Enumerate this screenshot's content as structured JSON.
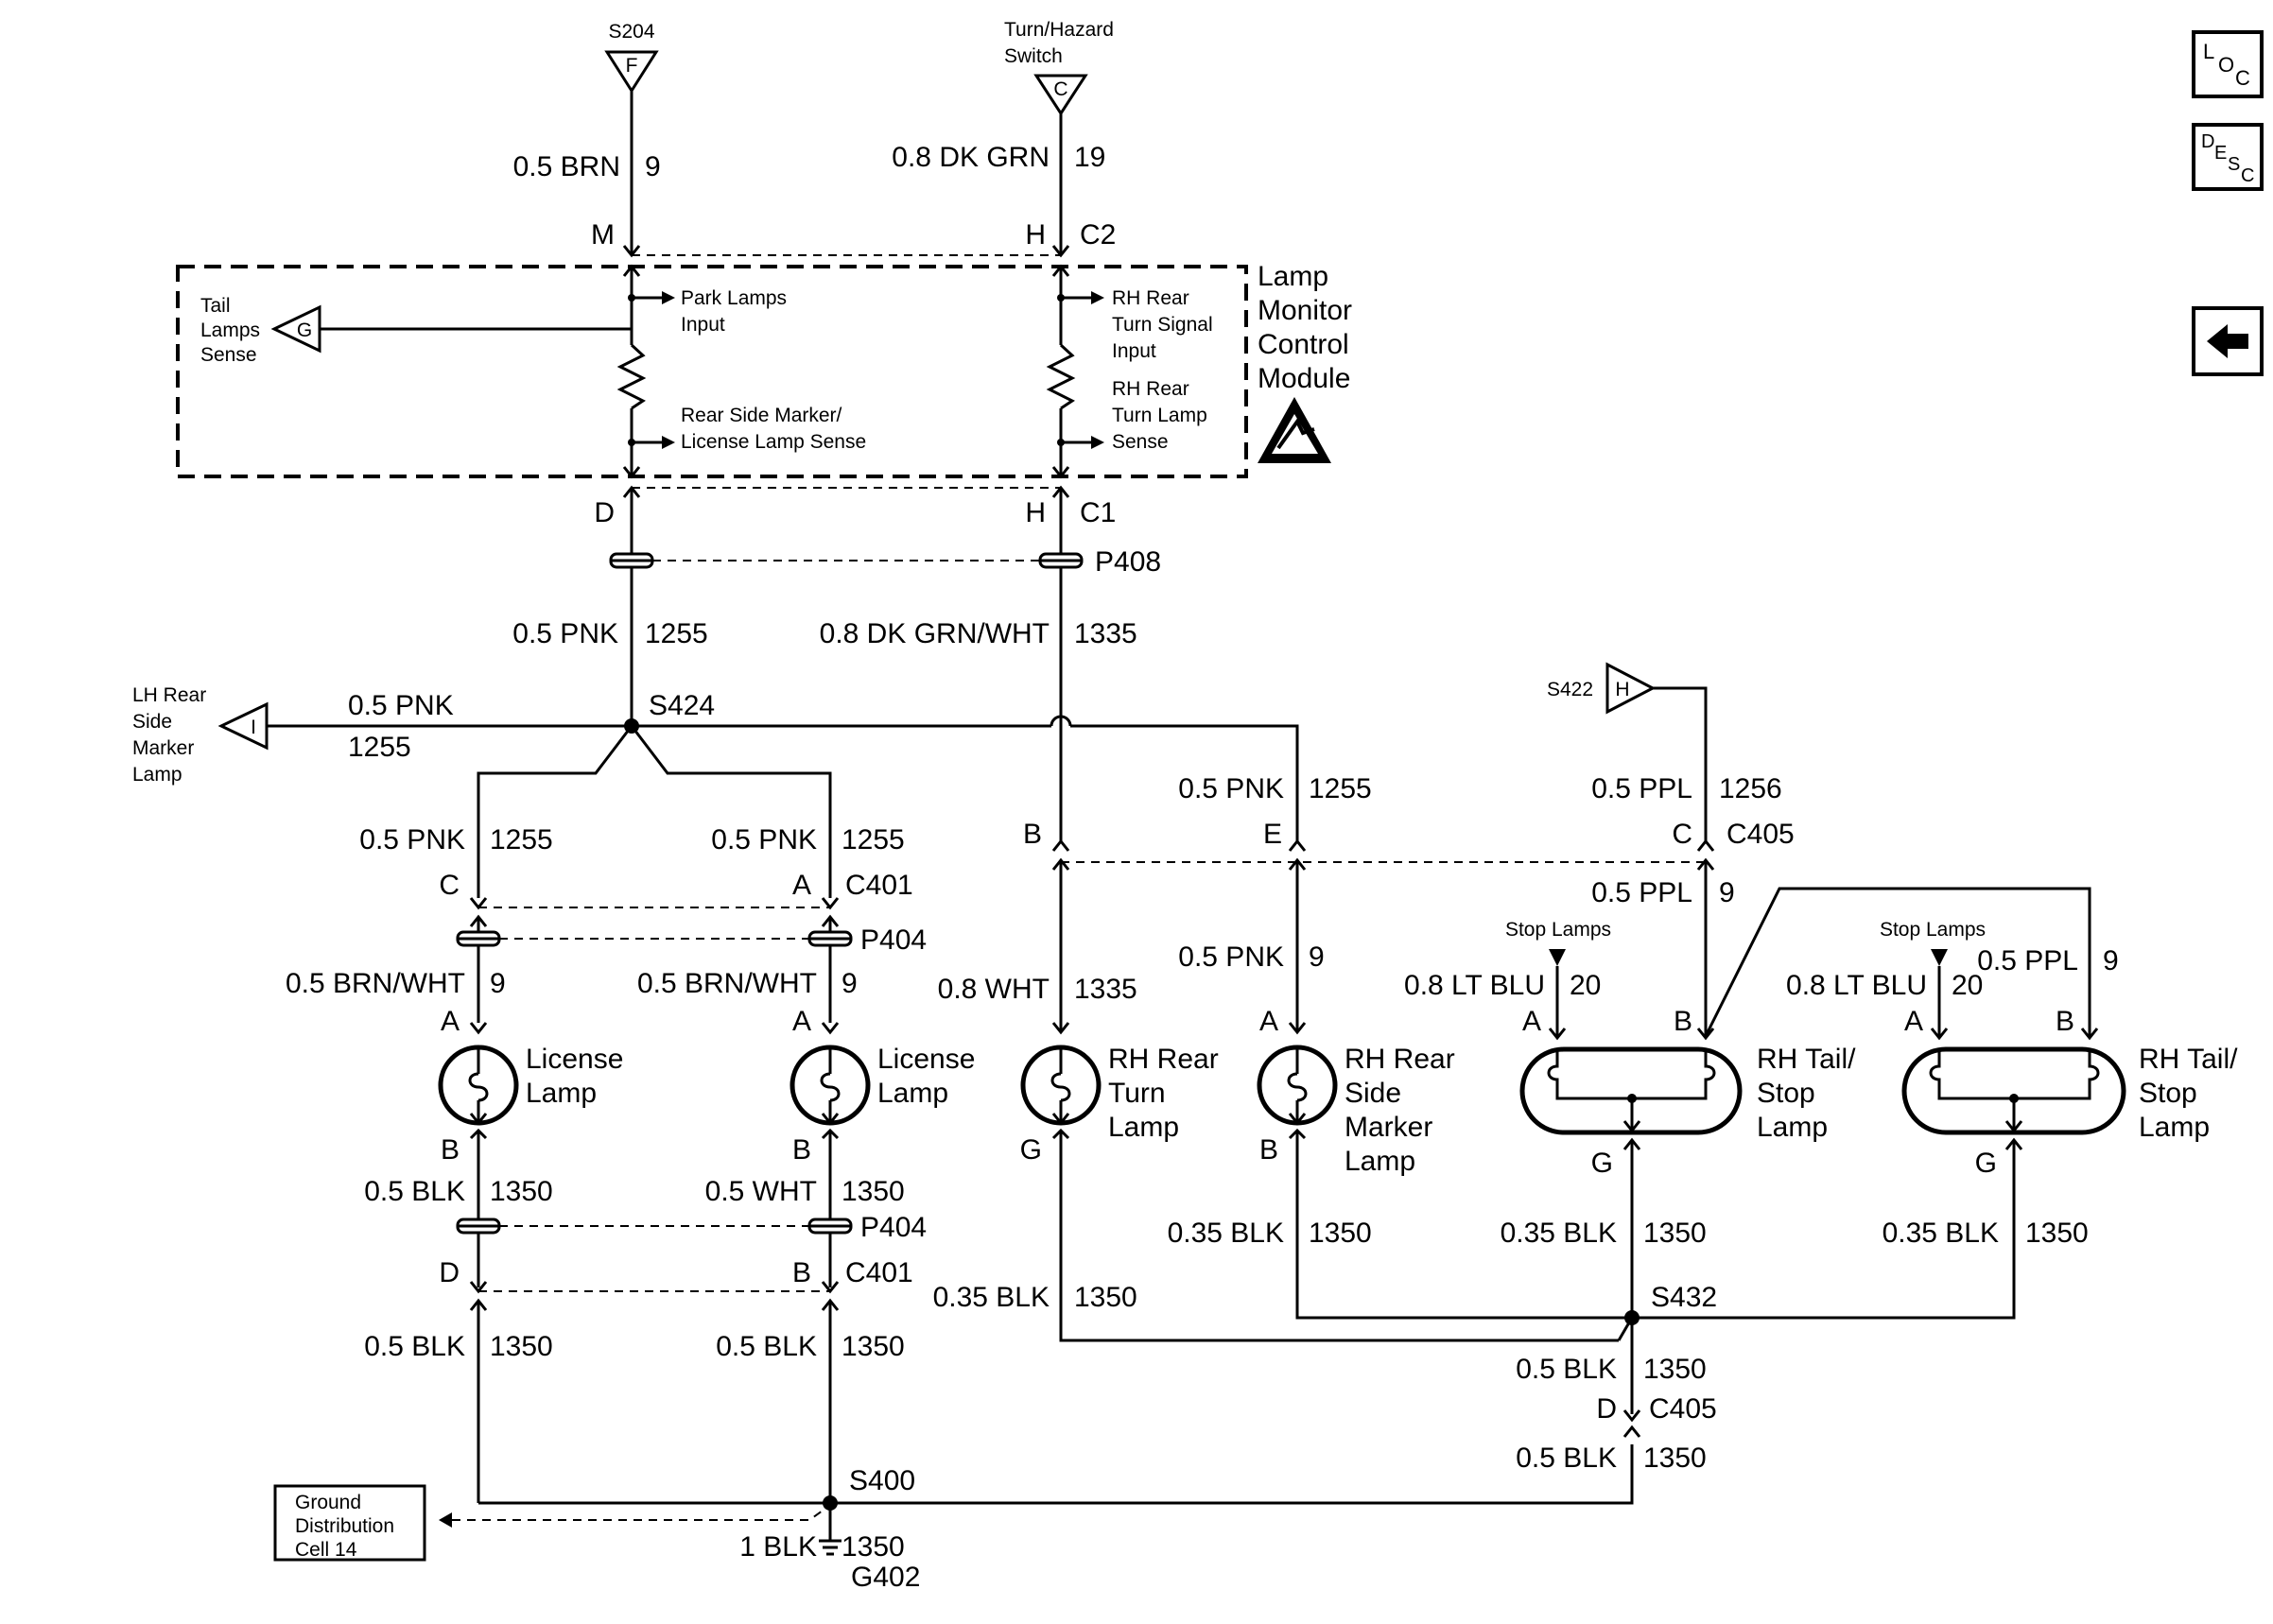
{
  "inputs": {
    "s204": {
      "name": "S204",
      "pin": "F"
    },
    "turn_hazard": {
      "name_line1": "Turn/Hazard",
      "name_line2": "Switch",
      "pin": "C"
    },
    "lh_rear_marker": {
      "line1": "LH Rear",
      "line2": "Side",
      "line3": "Marker",
      "line4": "Lamp",
      "pin": "I"
    },
    "s422": {
      "name": "S422",
      "pin": "H"
    }
  },
  "wires": {
    "brn_top": {
      "gauge": "0.5 BRN",
      "circuit": "9"
    },
    "dkgrn_top": {
      "gauge": "0.8 DK GRN",
      "circuit": "19"
    },
    "pnk_main": {
      "gauge": "0.5 PNK",
      "circuit": "1255"
    },
    "dkgrnwht": {
      "gauge": "0.8 DK GRN/WHT",
      "circuit": "1335"
    },
    "pnk_lh": {
      "gauge": "0.5 PNK",
      "circuit": "1255"
    },
    "pnk_left": {
      "gauge": "0.5 PNK",
      "circuit": "1255"
    },
    "pnk_mid": {
      "gauge": "0.5 PNK",
      "circuit": "1255"
    },
    "pnk_marker": {
      "gauge": "0.5 PNK",
      "circuit": "1255"
    },
    "ppl_s422": {
      "gauge": "0.5 PPL",
      "circuit": "1256"
    },
    "ppl_lower": {
      "gauge": "0.5 PPL",
      "circuit": "9"
    },
    "ppl_right": {
      "gauge": "0.5 PPL",
      "circuit": "9"
    },
    "brnwht_left": {
      "gauge": "0.5 BRN/WHT",
      "circuit": "9"
    },
    "brnwht_mid": {
      "gauge": "0.5 BRN/WHT",
      "circuit": "9"
    },
    "wht_turn": {
      "gauge": "0.8 WHT",
      "circuit": "1335"
    },
    "pnk_marker_lower": {
      "gauge": "0.5 PNK",
      "circuit": "9"
    },
    "ltblu_1": {
      "gauge": "0.8 LT BLU",
      "circuit": "20"
    },
    "ltblu_2": {
      "gauge": "0.8 LT BLU",
      "circuit": "20"
    },
    "blk_left": {
      "gauge": "0.5  BLK",
      "circuit": "1350"
    },
    "wht_mid": {
      "gauge": "0.5 WHT",
      "circuit": "1350"
    },
    "blk_left_low": {
      "gauge": "0.5 BLK",
      "circuit": "1350"
    },
    "blk_mid_low": {
      "gauge": "0.5 BLK",
      "circuit": "1350"
    },
    "blk_turn": {
      "gauge": "0.35 BLK",
      "circuit": "1350"
    },
    "blk_marker": {
      "gauge": "0.35 BLK",
      "circuit": "1350"
    },
    "blk_tail1": {
      "gauge": "0.35 BLK",
      "circuit": "1350"
    },
    "blk_tail2": {
      "gauge": "0.35 BLK",
      "circuit": "1350"
    },
    "blk_s432": {
      "gauge": "0.5 BLK",
      "circuit": "1350"
    },
    "blk_c405": {
      "gauge": "0.5 BLK",
      "circuit": "1350"
    },
    "blk_ground": {
      "gauge": "1 BLK",
      "circuit": "1350"
    }
  },
  "module": {
    "name_line1": "Lamp",
    "name_line2": "Monitor",
    "name_line3": "Control",
    "name_line4": "Module",
    "tail_sense_line1": "Tail",
    "tail_sense_line2": "Lamps",
    "tail_sense_line3": "Sense",
    "tail_sense_pin": "G",
    "park_input_line1": "Park Lamps",
    "park_input_line2": "Input",
    "rear_marker_line1": "Rear Side Marker/",
    "rear_marker_line2": "License Lamp Sense",
    "rh_turn_input_line1": "RH Rear",
    "rh_turn_input_line2": "Turn Signal",
    "rh_turn_input_line3": "Input",
    "rh_turn_sense_line1": "RH Rear",
    "rh_turn_sense_line2": "Turn Lamp",
    "rh_turn_sense_line3": "Sense"
  },
  "connectors": {
    "c2": {
      "name": "C2",
      "pin_left": "M",
      "pin_right": "H"
    },
    "c1": {
      "name": "C1",
      "pin_left": "D",
      "pin_right": "H"
    },
    "p408": "P408",
    "s424": "S424",
    "c405_top": {
      "name": "C405",
      "pin_b": "B",
      "pin_e": "E",
      "pin_c": "C"
    },
    "c401_top": {
      "name": "C401",
      "pin_c": "C",
      "pin_a": "A"
    },
    "p404_top": "P404",
    "p404_bottom": "P404",
    "c401_bottom": {
      "name": "C401",
      "pin_d": "D",
      "pin_b": "B"
    },
    "s432": "S432",
    "c405_bottom": {
      "name": "C405",
      "pin": "D"
    },
    "s400": "S400",
    "g402": "G402"
  },
  "lamps": {
    "license1": {
      "line1": "License",
      "line2": "Lamp",
      "pin_top": "A",
      "pin_bottom": "B"
    },
    "license2": {
      "line1": "License",
      "line2": "Lamp",
      "pin_top": "A",
      "pin_bottom": "B"
    },
    "rh_turn": {
      "line1": "RH Rear",
      "line2": "Turn",
      "line3": "Lamp",
      "pin_bottom": "G"
    },
    "rh_marker": {
      "line1": "RH Rear",
      "line2": "Side",
      "line3": "Marker",
      "line4": "Lamp",
      "pin_top": "A",
      "pin_bottom": "B"
    },
    "tail1": {
      "line1": "RH Tail/",
      "line2": "Stop",
      "line3": "Lamp",
      "pin_a": "A",
      "pin_b": "B",
      "pin_g": "G",
      "stop_label": "Stop Lamps"
    },
    "tail2": {
      "line1": "RH Tail/",
      "line2": "Stop",
      "line3": "Lamp",
      "pin_a": "A",
      "pin_b": "B",
      "pin_g": "G",
      "stop_label": "Stop Lamps"
    }
  },
  "ground_dist": {
    "line1": "Ground",
    "line2": "Distribution",
    "line3": "Cell 14"
  },
  "side_icons": {
    "loc": {
      "l": "L",
      "o": "O",
      "c": "C"
    },
    "desc": {
      "d": "D",
      "e": "E",
      "s": "S",
      "c": "C"
    }
  }
}
